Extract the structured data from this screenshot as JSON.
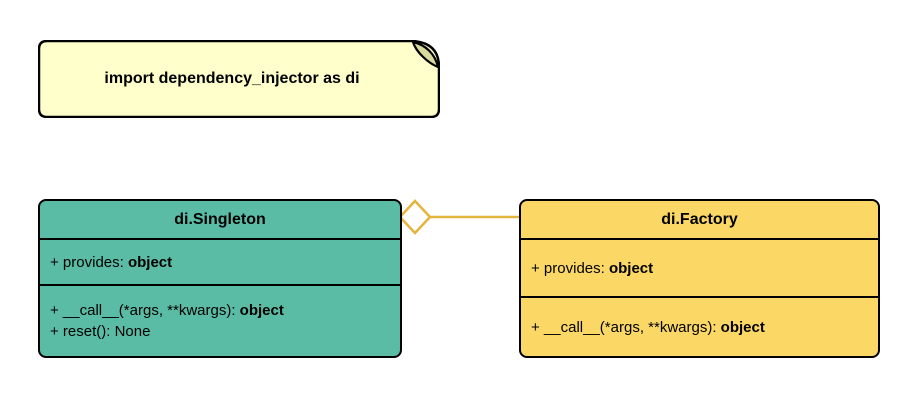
{
  "note": {
    "text": "import dependency_injector as di",
    "bg_color": "#FFFFCC",
    "fold_color": "#D9DB9C",
    "border_color": "#000000"
  },
  "classes": [
    {
      "name": "di.Singleton",
      "bg_color": "#5BBCA6",
      "attributes": [
        {
          "text": "+ provides: ",
          "bold": "object"
        }
      ],
      "methods": [
        {
          "text": "+ __call__(*args, **kwargs): ",
          "bold": "object"
        },
        {
          "text": "+ reset(): None",
          "bold": ""
        }
      ]
    },
    {
      "name": "di.Factory",
      "bg_color": "#FBD865",
      "attributes": [
        {
          "text": "+ provides: ",
          "bold": "object"
        }
      ],
      "methods": [
        {
          "text": "+ __call__(*args, **kwargs): ",
          "bold": "object"
        }
      ]
    }
  ],
  "connector": {
    "kind": "aggregation-diamond",
    "from": "di.Singleton",
    "to": "di.Factory",
    "color": "#E3B53D",
    "diamond_fill": "#FFFFFF"
  }
}
